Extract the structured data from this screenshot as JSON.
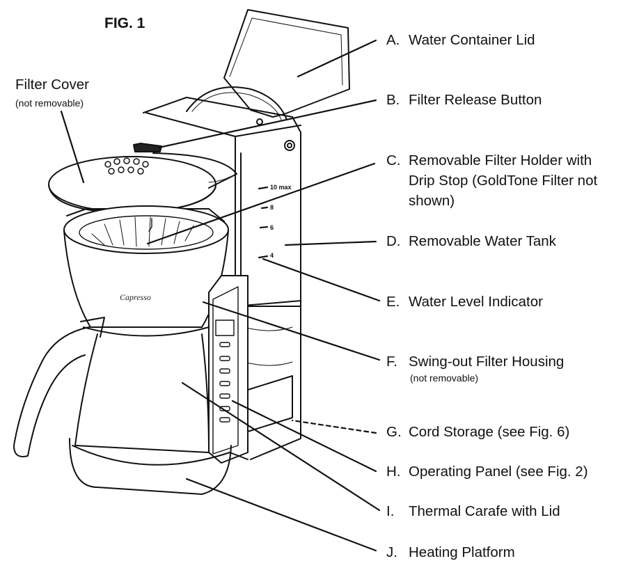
{
  "figure_title": "FIG. 1",
  "filter_cover": {
    "label": "Filter Cover",
    "note": "(not removable)"
  },
  "labels": [
    {
      "letter": "A.",
      "text": "Water Container Lid"
    },
    {
      "letter": "B.",
      "text": "Filter Release Button"
    },
    {
      "letter": "C.",
      "lines": [
        "Removable Filter Holder with",
        "Drip Stop (GoldTone Filter not",
        "shown)"
      ]
    },
    {
      "letter": "D.",
      "text": "Removable Water Tank"
    },
    {
      "letter": "E.",
      "text": "Water Level Indicator"
    },
    {
      "letter": "F.",
      "text": "Swing-out Filter Housing",
      "note": "(not removable)"
    },
    {
      "letter": "G.",
      "text": "Cord Storage (see Fig. 6)"
    },
    {
      "letter": "H.",
      "text": "Operating Panel (see Fig. 2)"
    },
    {
      "letter": "I.",
      "text": "Thermal Carafe with Lid"
    },
    {
      "letter": "J.",
      "text": "Heating Platform"
    }
  ],
  "tank_markings": [
    "10 max",
    "8",
    "6",
    "4"
  ],
  "brand": "Capresso"
}
